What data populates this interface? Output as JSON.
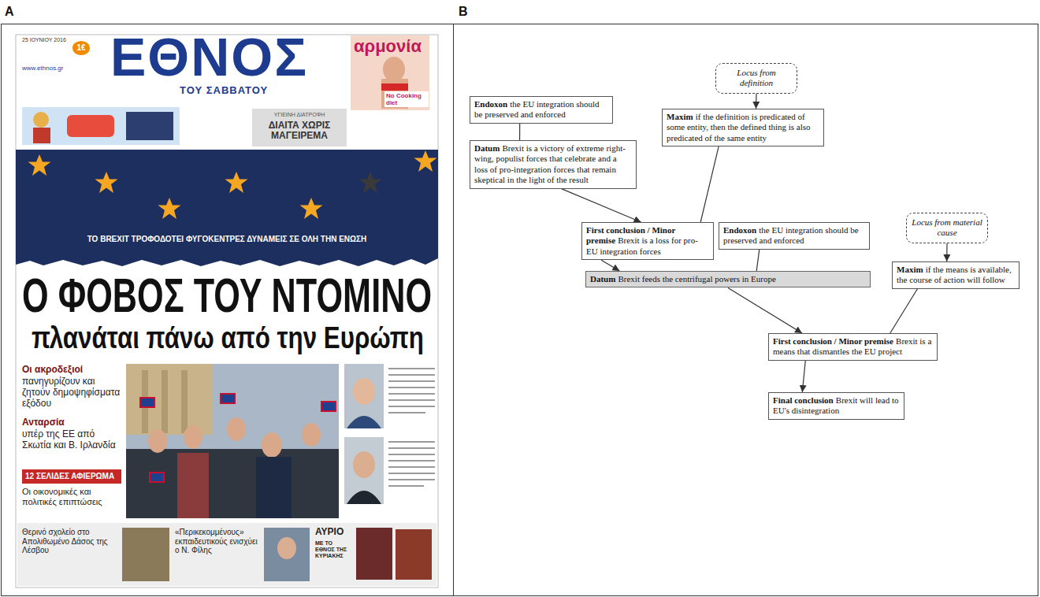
{
  "diagram": {
    "nodes": [
      {
        "text": [
          "Endoxon",
          "the EU integration should be preserved and enforced"
        ]
      },
      {
        "text": [
          "Locus from definition"
        ]
      },
      {
        "text": [
          "Datum",
          "Brexit is a victory of extreme right-wing, populist forces that celebrate and a loss of pro-integration forces that remain skeptical in the light of the result"
        ]
      },
      {
        "text": [
          "Maxim",
          "if the definition is predicated of some entity, then the defined thing is also predicated of the same entity"
        ]
      },
      {
        "text": [
          "First conclusion / Minor premise",
          "Brexit is a loss for pro-EU integration forces"
        ]
      },
      {
        "text": [
          "Endoxon",
          "the EU integration should be preserved and enforced"
        ]
      },
      {
        "text": [
          "Locus from material cause"
        ]
      },
      {
        "text": [
          "Datum",
          "Brexit feeds the centrifugal powers in Europe"
        ]
      },
      {
        "text": [
          "Maxim",
          "if the means is available, the course of action will follow"
        ]
      },
      {
        "text": [
          "First conclusion / Minor premise",
          "Brexit is a means that dismantles the EU project"
        ]
      },
      {
        "text": [
          "Final conclusion",
          "Brexit will lead to EU's disintegration"
        ]
      }
    ],
    "edges": [
      {
        "from": 0,
        "to": 2,
        "arrow": "none"
      },
      {
        "from": 1,
        "to": 3,
        "arrow": "to"
      },
      {
        "from": 2,
        "to": 4,
        "arrow": "to"
      },
      {
        "from": 3,
        "to": 4,
        "arrow": "none"
      },
      {
        "from": 4,
        "to": 7,
        "arrow": "to"
      },
      {
        "from": 5,
        "to": 7,
        "arrow": "none"
      },
      {
        "from": 6,
        "to": 8,
        "arrow": "to"
      },
      {
        "from": 7,
        "to": 9,
        "arrow": "to"
      },
      {
        "from": 8,
        "to": 9,
        "arrow": "none"
      },
      {
        "from": 9,
        "to": 10,
        "arrow": "to"
      }
    ],
    "labels": [
      "A",
      "B",
      "25 ΙΟΥΝΙΟΥ 2016",
      "1€",
      "www.ethnos.gr",
      "ΕΘΝΟΣ",
      "ΤΟΥ ΣΑΒΒΑΤΟΥ",
      "αρμονία",
      "No Cooking diet",
      "ΥΓΙΕΙΝΗ ΔΙΑΤΡΟΦΗ",
      "ΔΙΑΙΤΑ ΧΩΡΙΣ ΜΑΓΕΙΡΕΜΑ",
      "ΤΟ BREXIT ΤΡΟΦΟΔΟΤΕΙ ΦΥΓΟΚΕΝΤΡΕΣ ΔΥΝΑΜΕΙΣ ΣΕ ΟΛΗ ΤΗΝ ΕΝΩΣΗ",
      "Ο ΦΟΒΟΣ ΤΟΥ ΝΤΟΜΙΝΟ",
      "πλανάται πάνω από την Ευρώπη",
      "Οι ακροδεξιοί",
      "πανηγυρίζουν και ζητούν δημοψηφίσματα εξόδου",
      "Ανταρσία",
      "υπέρ της ΕΕ από Σκωτία και Β. Ιρλανδία",
      "12 ΣΕΛΙΔΕΣ ΑΦΙΕΡΩΜΑ",
      "Οι οικονομικές και πολιτικές επιπτώσεις",
      "Θερινό σχολείο στο Απολιθωμένο Δάσος της Λέσβου",
      "«Περικεκομμένους» εκπαιδευτικούς ενισχύει ο Ν. Φίλης",
      "ΑΥΡΙΟ",
      "ΜΕ ΤΟ ΕΘΝΟΣ ΤΗΣ ΚΥΡΙΑΚΗΣ"
    ]
  }
}
